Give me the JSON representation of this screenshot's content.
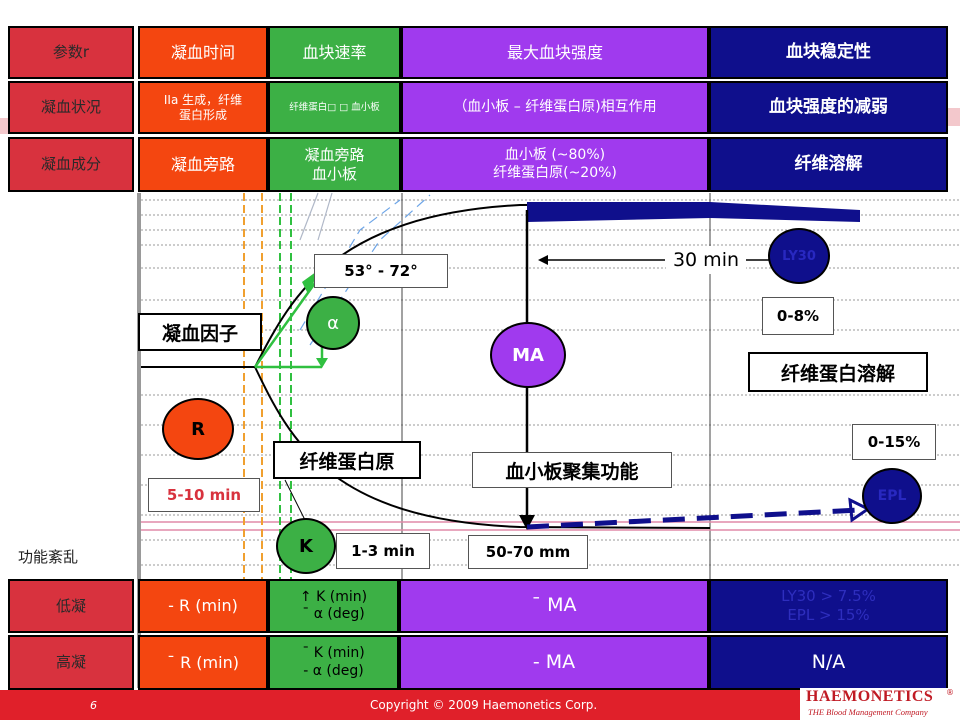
{
  "colors": {
    "phase_red": "#d8323e",
    "orange": "#f44610",
    "green": "#3cb045",
    "purple": "#a03aee",
    "navy": "#0f0f8c",
    "footer_red": "#e0202a"
  },
  "header_rows": [
    {
      "label": "参数r",
      "r": "凝血时间",
      "k": "血块速率",
      "ma": "最大血块强度",
      "ly": "血块稳定性"
    },
    {
      "label": "凝血状况",
      "r": "IIa 生成，纤维\n蛋白形成",
      "k": "纤维蛋白□ □ 血小板",
      "ma": "（血小板 – 纤维蛋白原)相互作用",
      "ly": "血块强度的减弱"
    },
    {
      "label": "凝血成分",
      "r": "凝血旁路",
      "k": "凝血旁路\n血小板",
      "ma": "血小板 (~80%)\n纤维蛋白原(~20%)",
      "ly": "纤维溶解"
    }
  ],
  "diagram": {
    "angle_range": "53° - 72°",
    "alpha": "α",
    "coag_factor": "凝血因子",
    "fibrinogen": "纤维蛋白原",
    "r_circle": "R",
    "r_range": "5-10 min",
    "k_circle": "K",
    "k_range": "1-3 min",
    "ma_circle": "MA",
    "platelet_function": "血小板聚集功能",
    "ma_range": "50-70 mm",
    "thirty_min": "30 min",
    "ly30": "LY30",
    "ly_range": "0-8%",
    "fibrinolysis": "纤维蛋白溶解",
    "epl_range": "0-15%",
    "epl": "EPL"
  },
  "dysfunction_title": "功能紊乱",
  "bottom_rows": [
    {
      "label": "低凝",
      "r": "- R (min)",
      "k": "↑ K (min)\n¯ α (deg)",
      "ma": "¯ MA",
      "ly": "LY30 > 7.5%\nEPL > 15%"
    },
    {
      "label": "高凝",
      "r": "¯ R (min)",
      "k": "¯ K (min)\n- α (deg)",
      "ma": "- MA",
      "ly": "N/A"
    }
  ],
  "footer": {
    "page": "6",
    "copyright": "Copyright © 2009 Haemonetics Corp.",
    "brand": "HAEMONETICS",
    "brand_mark": "®",
    "tagline": "THE Blood Management Company"
  }
}
